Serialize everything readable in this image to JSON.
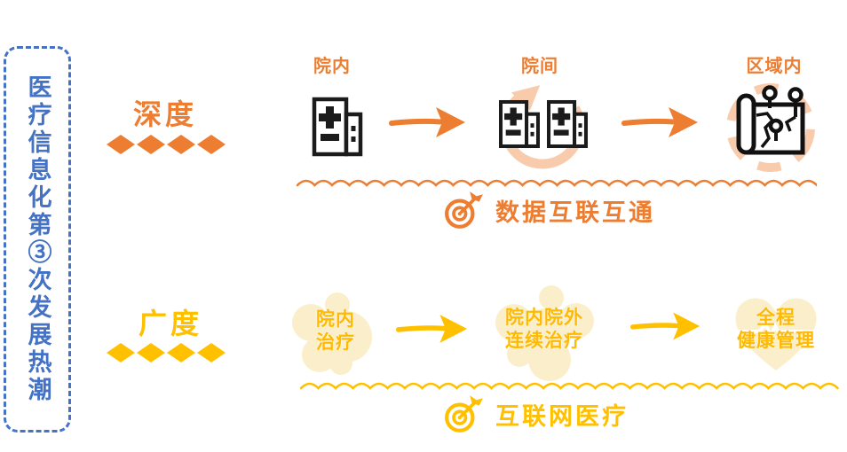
{
  "colors": {
    "blue": "#4472C4",
    "orange": "#ED7D31",
    "peach": "#F8CBAD",
    "gold": "#FFC000",
    "pale_yellow": "#FBEFCB"
  },
  "sidebar": {
    "title": "医疗信息化第③次发展热潮"
  },
  "depth_row": {
    "label": "深度",
    "diamond_count": 4,
    "stages": {
      "s1": "院内",
      "s2": "院间",
      "s3": "区域内"
    },
    "caption": "数据互联互通"
  },
  "breadth_row": {
    "label": "广度",
    "diamond_count": 4,
    "s1_line1": "院内",
    "s1_line2": "治疗",
    "s2_line1": "院内院外",
    "s2_line2": "连续治疗",
    "s3_line1": "全程",
    "s3_line2": "健康管理",
    "caption": "互联网医疗"
  },
  "icons": {
    "hospital": "hospital-building-icon",
    "exchange": "circular-exchange-icon",
    "map": "region-map-icon",
    "dart": "dart-target-icon",
    "heart": "heart-blob-icon",
    "arrow": "flow-arrow-icon"
  }
}
